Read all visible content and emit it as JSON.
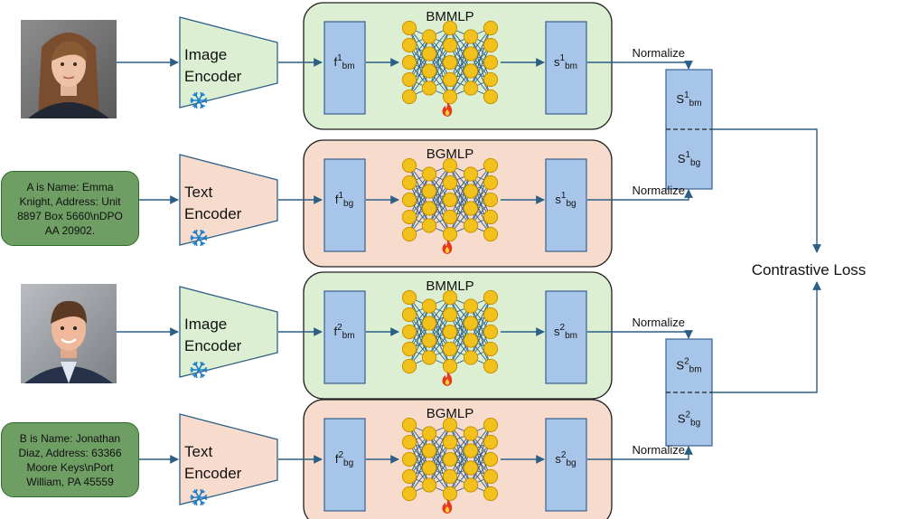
{
  "colors": {
    "green_fill": "#dcefd2",
    "green_stroke": "#3a7a30",
    "pink_fill": "#f7dccd",
    "vector_fill": "#a7c5e8",
    "vector_stroke": "#3a5f8f",
    "node_fill": "#f3c11b",
    "node_stroke": "#c79300",
    "arrow": "#2b5f86",
    "textbox_fill": "#6f9e64"
  },
  "rows": [
    {
      "input_kind": "photo",
      "photo_icon": "woman-portrait-photo",
      "encoder": {
        "line1": "Image",
        "line2": "Encoder",
        "style": "green",
        "icon": "snowflake-icon"
      },
      "mlp": {
        "title": "BMMLP",
        "style": "green",
        "icon": "flame-icon"
      },
      "f": {
        "base": "f",
        "sup": "1",
        "sub": "bm"
      },
      "s": {
        "base": "s",
        "sup": "1",
        "sub": "bm"
      },
      "normalize": "Normalize"
    },
    {
      "input_kind": "text",
      "input_text": "A is Name: Emma Knight, Address: Unit 8897 Box 5660\\nDPO AA 20902.",
      "encoder": {
        "line1": "Text",
        "line2": "Encoder",
        "style": "pink",
        "icon": "snowflake-icon"
      },
      "mlp": {
        "title": "BGMLP",
        "style": "pink",
        "icon": "flame-icon"
      },
      "f": {
        "base": "f",
        "sup": "1",
        "sub": "bg"
      },
      "s": {
        "base": "s",
        "sup": "1",
        "sub": "bg"
      },
      "normalize": "Normalize"
    },
    {
      "input_kind": "photo",
      "photo_icon": "man-portrait-photo",
      "encoder": {
        "line1": "Image",
        "line2": "Encoder",
        "style": "green",
        "icon": "snowflake-icon"
      },
      "mlp": {
        "title": "BMMLP",
        "style": "green",
        "icon": "flame-icon"
      },
      "f": {
        "base": "f",
        "sup": "2",
        "sub": "bm"
      },
      "s": {
        "base": "s",
        "sup": "2",
        "sub": "bm"
      },
      "normalize": "Normalize"
    },
    {
      "input_kind": "text",
      "input_text": "B is Name: Jonathan Diaz, Address: 63366 Moore Keys\\nPort William, PA 45559",
      "encoder": {
        "line1": "Text",
        "line2": "Encoder",
        "style": "pink",
        "icon": "snowflake-icon"
      },
      "mlp": {
        "title": "BGMLP",
        "style": "pink",
        "icon": "flame-icon"
      },
      "f": {
        "base": "f",
        "sup": "2",
        "sub": "bg"
      },
      "s": {
        "base": "s",
        "sup": "2",
        "sub": "bg"
      },
      "normalize": "Normalize"
    }
  ],
  "normalized_boxes": [
    {
      "top": {
        "base": "S",
        "sup": "1",
        "sub": "bm"
      },
      "bottom": {
        "base": "S",
        "sup": "1",
        "sub": "bg"
      }
    },
    {
      "top": {
        "base": "S",
        "sup": "2",
        "sub": "bm"
      },
      "bottom": {
        "base": "S",
        "sup": "2",
        "sub": "bg"
      }
    }
  ],
  "loss_label": "Contrastive Loss"
}
